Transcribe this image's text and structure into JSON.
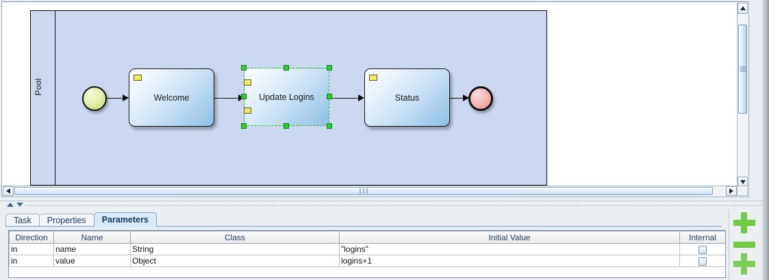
{
  "diagram": {
    "pool_label": "Pool",
    "nodes": [
      {
        "id": "start",
        "type": "start-event",
        "label": ""
      },
      {
        "id": "welcome",
        "type": "task",
        "label": "Welcome",
        "selected": false
      },
      {
        "id": "update-logins",
        "type": "task",
        "label": "Update Logins",
        "selected": true
      },
      {
        "id": "status",
        "type": "task",
        "label": "Status",
        "selected": false
      },
      {
        "id": "end",
        "type": "end-event",
        "label": ""
      }
    ],
    "colors": {
      "pool_fill": "#ccd8ef",
      "task_fill_light": "#fdfeff",
      "task_fill_dark": "#8dbfe6",
      "start_event": "#d6e890",
      "end_event": "#f2a9a4",
      "selection_handle": "#2bd12b",
      "badge": "#f2e96a"
    }
  },
  "bottom_panel": {
    "tabs": [
      {
        "label": "Task",
        "selected": false
      },
      {
        "label": "Properties",
        "selected": false
      },
      {
        "label": "Parameters",
        "selected": true
      }
    ],
    "table": {
      "columns": [
        "Direction",
        "Name",
        "Class",
        "Initial Value",
        "Internal"
      ],
      "rows": [
        {
          "direction": "in",
          "name": "name",
          "class": "String",
          "initial_value": "\"logins\"",
          "internal": false
        },
        {
          "direction": "in",
          "name": "value",
          "class": "Object",
          "initial_value": "logins+1",
          "internal": false
        }
      ]
    },
    "actions": [
      {
        "name": "add-parameter-button",
        "icon": "plus-icon"
      },
      {
        "name": "remove-parameter-button",
        "icon": "minus-icon"
      },
      {
        "name": "third-action-button",
        "icon": "plus-icon"
      }
    ]
  },
  "scrollbars": {
    "vertical": {
      "up": "▲",
      "down": "▼"
    },
    "horizontal": {
      "left": "◀",
      "right": "▶"
    }
  }
}
